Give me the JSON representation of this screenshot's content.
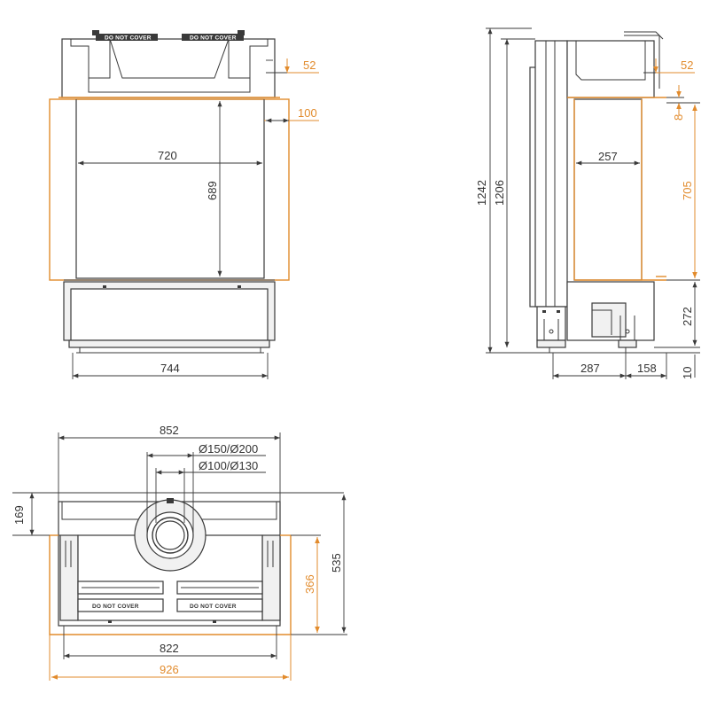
{
  "colors": {
    "line": "#3a3a3a",
    "accent_orange": "#e28b2c",
    "body_fill": "#f1f1f1"
  },
  "front_view": {
    "dim_top_right": "52",
    "dim_frame": "100",
    "dim_inner_width": "720",
    "dim_inner_height": "689",
    "dim_base_width": "744",
    "label_left": "DO NOT COVER",
    "label_right": "DO NOT COVER"
  },
  "side_view": {
    "dim_total_height": "1242",
    "dim_body_height": "1206",
    "dim_top": "52",
    "dim_gap": "8",
    "dim_depth": "257",
    "dim_opening_height": "705",
    "dim_base_height": "272",
    "dim_leg": "10",
    "dim_depth_base": "287",
    "dim_depth_leg": "158"
  },
  "top_view": {
    "dim_overall_width": "852",
    "flue_outer": "Ø150/Ø200",
    "flue_inner": "Ø100/Ø130",
    "dim_flue_offset": "169",
    "dim_depth_total": "535",
    "dim_depth_frame": "366",
    "dim_inner_width": "822",
    "dim_frame_width": "926",
    "label_left": "DO NOT COVER",
    "label_right": "DO NOT COVER"
  }
}
